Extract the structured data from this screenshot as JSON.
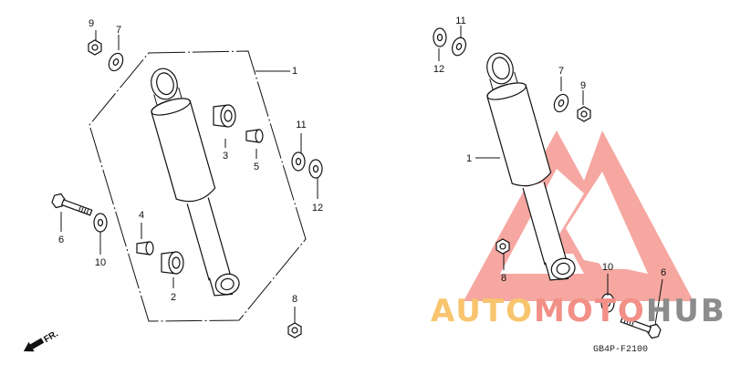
{
  "left_diagram": {
    "callouts": [
      "1",
      "2",
      "3",
      "4",
      "5",
      "6",
      "7",
      "8",
      "9",
      "10",
      "11",
      "12"
    ],
    "direction_label": "FR."
  },
  "right_diagram": {
    "callouts": [
      "1",
      "6",
      "7",
      "8",
      "9",
      "10",
      "11",
      "12"
    ],
    "drawing_code": "GB4P-F2100"
  },
  "watermark": {
    "part1": "AUTO",
    "part2": "MOTO",
    "part3": "HUB",
    "colors": {
      "auto": "#f8c46e",
      "moto": "#f28f86",
      "hub": "#8c8c8c",
      "logo": "#f4948c"
    }
  }
}
